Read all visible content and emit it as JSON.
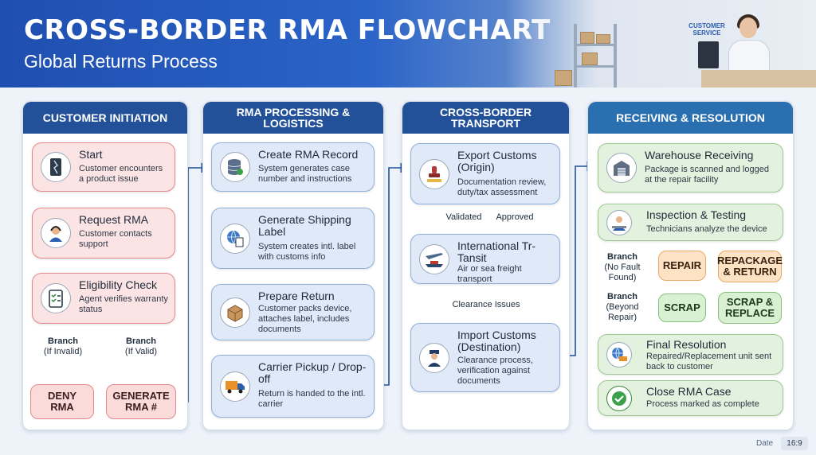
{
  "header": {
    "title": "CROSS-BORDER RMA FLOWCHART",
    "subtitle": "Global Returns Process",
    "sign": "CUSTOMER SERVICE"
  },
  "columns": [
    {
      "heading": "CUSTOMER INITIATION",
      "steps": [
        {
          "title": "Start",
          "desc": "Customer encounters a product issue",
          "icon": "broken-phone-icon"
        },
        {
          "title": "Request RMA",
          "desc": "Customer contacts support",
          "icon": "support-agent-icon"
        },
        {
          "title": "Eligibility Check",
          "desc": "Agent verifies warranty status",
          "icon": "checklist-icon"
        }
      ],
      "branches": [
        {
          "label": "Branch",
          "cond": "(If Invalid)",
          "outcome": "DENY RMA"
        },
        {
          "label": "Branch",
          "cond": "(If Valid)",
          "outcome": "GENERATE RMA #"
        }
      ]
    },
    {
      "heading": "RMA PROCESSING & LOGISTICS",
      "steps": [
        {
          "title": "Create RMA Record",
          "desc": "System generates case number and instructions",
          "icon": "database-icon"
        },
        {
          "title": "Generate Shipping Label",
          "desc": "System creates intl. label with customs info",
          "icon": "globe-document-icon"
        },
        {
          "title": "Prepare Return",
          "desc": "Customer packs device, attaches label, includes documents",
          "icon": "package-icon"
        },
        {
          "title": "Carrier Pickup / Drop-off",
          "desc": "Return is handed to the intl. carrier",
          "icon": "truck-icon"
        }
      ]
    },
    {
      "heading": "CROSS-BORDER TRANSPORT",
      "steps": [
        {
          "title": "Export Customs (Origin)",
          "desc": "Documentation review, duty/tax assessment",
          "icon": "customs-stamp-icon"
        },
        {
          "title": "International Tr- Tansit",
          "desc": "Air or sea freight transport",
          "icon": "plane-ship-icon"
        },
        {
          "title": "Import Customs (Destination)",
          "desc": "Clearance process, verification against documents",
          "icon": "customs-officer-icon"
        }
      ],
      "edge_labels": {
        "validated": "Validated",
        "approved": "Approved",
        "issues": "Clearance Issues"
      }
    },
    {
      "heading": "RECEIVING & RESOLUTION",
      "steps": [
        {
          "title": "Warehouse Receiving",
          "desc": "Package is scanned and logged at the repair facility",
          "icon": "warehouse-icon"
        },
        {
          "title": "Inspection & Testing",
          "desc": "Technicians analyze the device",
          "icon": "technician-icon"
        },
        {
          "title": "Final Resolution",
          "desc": "Repaired/Replacement unit sent back to customer",
          "icon": "globe-truck-icon"
        },
        {
          "title": "Close RMA Case",
          "desc": "Process marked as complete",
          "icon": "checkmark-icon"
        }
      ],
      "branches": [
        {
          "label": "Branch",
          "cond": "(No Fault Found)",
          "outcome": "REPAIR",
          "next": "REPACKAGE & RETURN"
        },
        {
          "label": "Branch",
          "cond": "(Beyond Repair)",
          "outcome": "SCRAP",
          "next": "SCRAP & REPLACE"
        }
      ]
    }
  ],
  "footer": {
    "date": "Date",
    "ratio": "16:9"
  }
}
